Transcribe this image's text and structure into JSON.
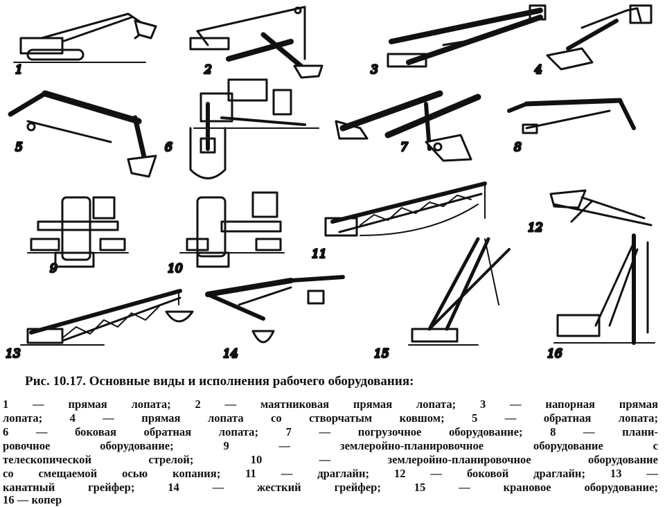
{
  "figure": {
    "items": [
      {
        "num": "1"
      },
      {
        "num": "2"
      },
      {
        "num": "3"
      },
      {
        "num": "4"
      },
      {
        "num": "5"
      },
      {
        "num": "6"
      },
      {
        "num": "7"
      },
      {
        "num": "8"
      },
      {
        "num": "9"
      },
      {
        "num": "10"
      },
      {
        "num": "11"
      },
      {
        "num": "12"
      },
      {
        "num": "13"
      },
      {
        "num": "14"
      },
      {
        "num": "15"
      },
      {
        "num": "16"
      }
    ]
  },
  "caption": {
    "title": "Рис. 10.17. Основные виды и исполнения рабочего оборудования:",
    "lines": [
      "1 — прямая лопата; 2 — маятниковая прямая лопата; 3 — напорная прямая",
      "лопата; 4 — прямая лопата со створчатым ковшом; 5 — обратная лопата;",
      "6 — боковая обратная лопата; 7 — погрузочное оборудование; 8 — плани-",
      "ровочное оборудование; 9 — землеройно-планировочное оборудование с",
      "телескопической стрелой; 10 — землеройно-планировочное оборудование",
      "со смещаемой осью копания; 11 — драглайн; 12 — боковой драглайн; 13 —",
      "канатный грейфер; 14 — жесткий грейфер; 15 — крановое оборудование;",
      "16 — копер"
    ]
  }
}
